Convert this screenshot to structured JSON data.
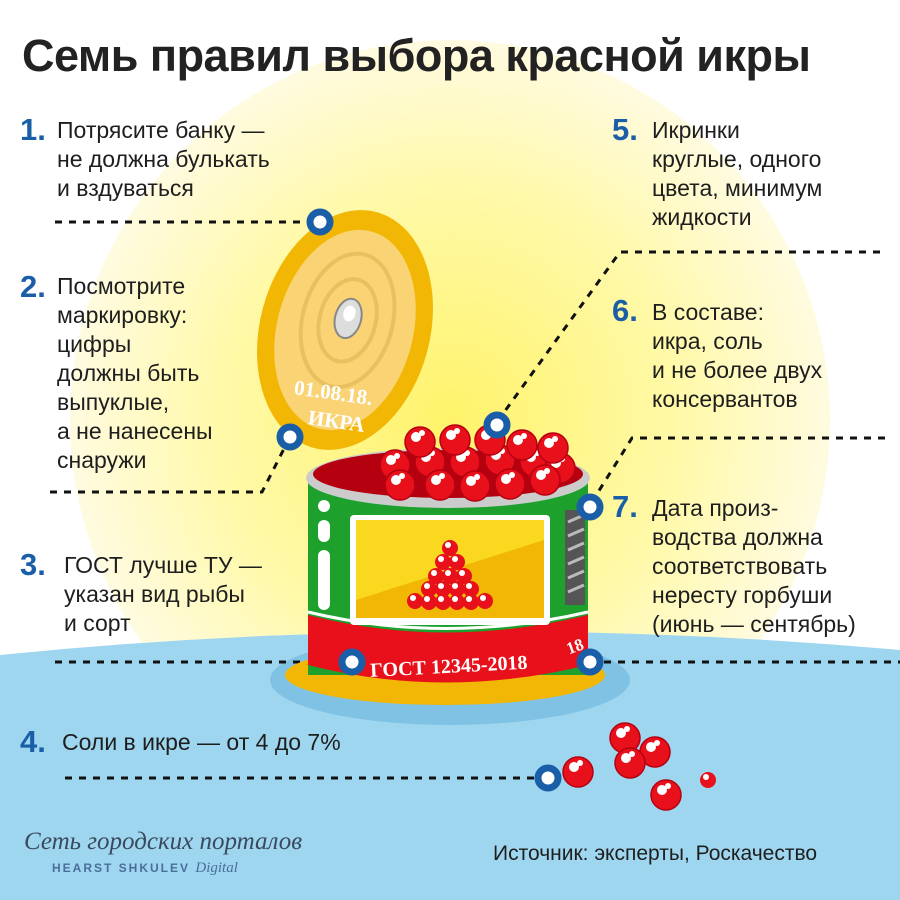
{
  "title": "Семь правил выбора красной икры",
  "rules": [
    {
      "num": "1.",
      "text": "Потрясите банку —\nне должна булькать\nи вздуваться"
    },
    {
      "num": "2.",
      "text": "Посмотрите\nмаркировку:\nцифры\nдолжны быть\nвыпуклые,\nа не нанесены\nснаружи"
    },
    {
      "num": "3.",
      "text": "ГОСТ лучше ТУ —\nуказан вид рыбы\nи сорт"
    },
    {
      "num": "4.",
      "text": "Соли в икре — от 4 до 7%"
    },
    {
      "num": "5.",
      "text": "Икринки\nкруглые, одного\nцвета, минимум\nжидкости"
    },
    {
      "num": "6.",
      "text": "В составе:\nикра, соль\nи не более двух\nконсервантов"
    },
    {
      "num": "7.",
      "text": "Дата произ-\nводства должна\nсоответствовать\nнересту горбуши\n(июнь — сентябрь)"
    }
  ],
  "can": {
    "lid_date": "01.08.18.",
    "lid_label": "ИКРА",
    "band_text": "ГОСТ 12345-2018",
    "band_side": "18"
  },
  "logo": {
    "line1": "Сеть городских порталов",
    "line2": "HEARST SHKULEV",
    "line2b": "Digital"
  },
  "source": "Источник: эксперты, Роскачество",
  "colors": {
    "accent": "#1b5ea8",
    "water": "#9fd6ef",
    "glow": "#fff7a0",
    "caviar": "#e8101a"
  }
}
